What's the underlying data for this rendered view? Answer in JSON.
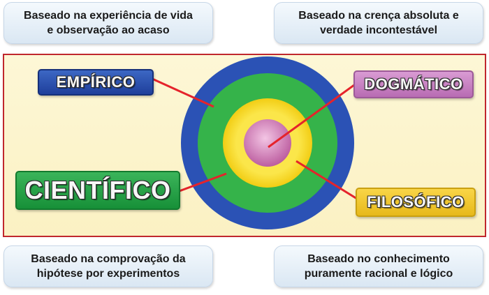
{
  "captions": {
    "top_left": [
      "Baseado na experiência de vida",
      "e observação ao acaso"
    ],
    "top_right": [
      "Baseado na crença absoluta e",
      "verdade incontestável"
    ],
    "bottom_left": [
      "Baseado na comprovação da",
      "hipótese por experimentos"
    ],
    "bottom_right": [
      "Baseado no conhecimento",
      "puramente racional e lógico"
    ]
  },
  "labels": {
    "empirico": "EMPÍRICO",
    "dogmatico": "DOGMÁTICO",
    "cientifico": "CIENTÍFICO",
    "filosofico": "FILOSÓFICO"
  },
  "colors": {
    "frame": "#c0272d",
    "connector": "#e5232b",
    "ring_blue": "#2b52b5",
    "ring_green": "#35b34a",
    "ring_yellow": "#f7df2e",
    "center_pink": "#c86aa8",
    "caption_bg": "#dae7f3",
    "panel_bg": "#fcf4cc"
  }
}
